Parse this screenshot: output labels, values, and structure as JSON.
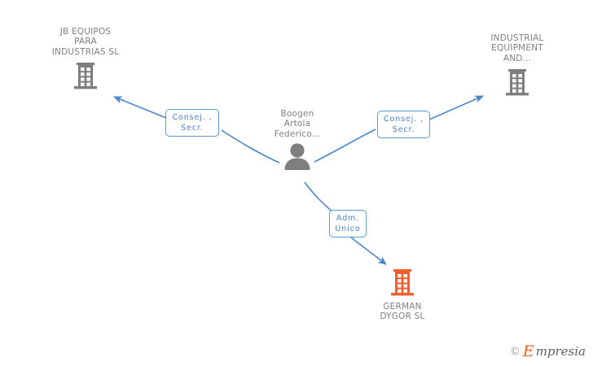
{
  "diagram": {
    "type": "corporate-relationship-graph",
    "background_color": "#ffffff",
    "edge_color": "#4a86c8",
    "node_text_color": "#808080",
    "company_icon_color": "#7f7f7f",
    "focus_icon_color": "#f4602c",
    "person_icon_color": "#7f7f7f"
  },
  "nodes": {
    "person_center": {
      "label": "Boogen\nArtola\nFederico...",
      "icon": "person-icon",
      "color": "#7f7f7f"
    },
    "company_left": {
      "label": "JB EQUIPOS\nPARA\nINDUSTRIAS SL",
      "icon": "building-icon",
      "color": "#7f7f7f"
    },
    "company_right": {
      "label": "INDUSTRIAL\nEQUIPMENT\nAND...",
      "icon": "building-icon",
      "color": "#7f7f7f"
    },
    "company_bottom": {
      "label": "GERMAN\nDYGOR SL",
      "icon": "building-icon",
      "color": "#f4602c"
    }
  },
  "edges": [
    {
      "id": "edge-left",
      "from": "person_center",
      "to": "company_left",
      "label": "Consej. ,\nSecr.",
      "direction": "to-company"
    },
    {
      "id": "edge-right",
      "from": "person_center",
      "to": "company_right",
      "label": "Consej. ,\nSecr.",
      "direction": "to-company"
    },
    {
      "id": "edge-bottom",
      "from": "person_center",
      "to": "company_bottom",
      "label": "Adm.\nUnico",
      "direction": "to-company"
    }
  ],
  "watermark": {
    "copyright": "©",
    "brand_initial": "E",
    "brand_rest": "mpresia"
  }
}
